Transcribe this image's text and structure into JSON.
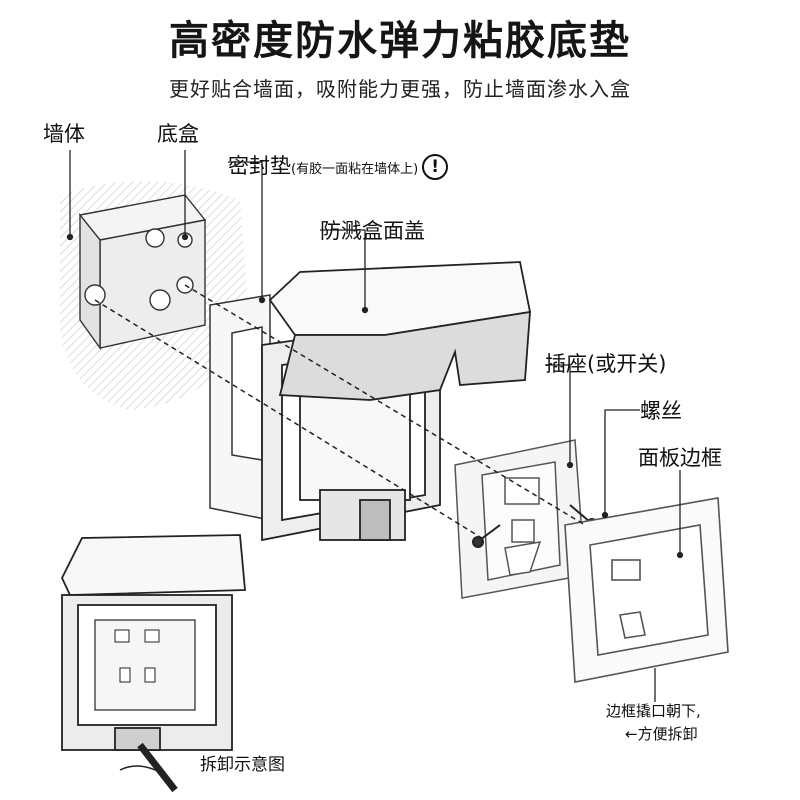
{
  "header": {
    "title": "高密度防水弹力粘胶底垫",
    "subtitle": "更好贴合墙面，吸附能力更强，防止墙面渗水入盒"
  },
  "labels": {
    "wall": "墙体",
    "bottom_box": "底盒",
    "seal_pad": "密封垫",
    "seal_pad_note": "(有胶一面粘在墙体上)",
    "warning_symbol": "!",
    "splash_cover": "防溅盒面盖",
    "socket": "插座(或开关)",
    "screw": "螺丝",
    "panel_frame": "面板边框",
    "frame_note_line1": "边框撬口朝下,",
    "frame_note_line2": "←方便拆卸",
    "removal_diagram": "拆卸示意图"
  }
}
